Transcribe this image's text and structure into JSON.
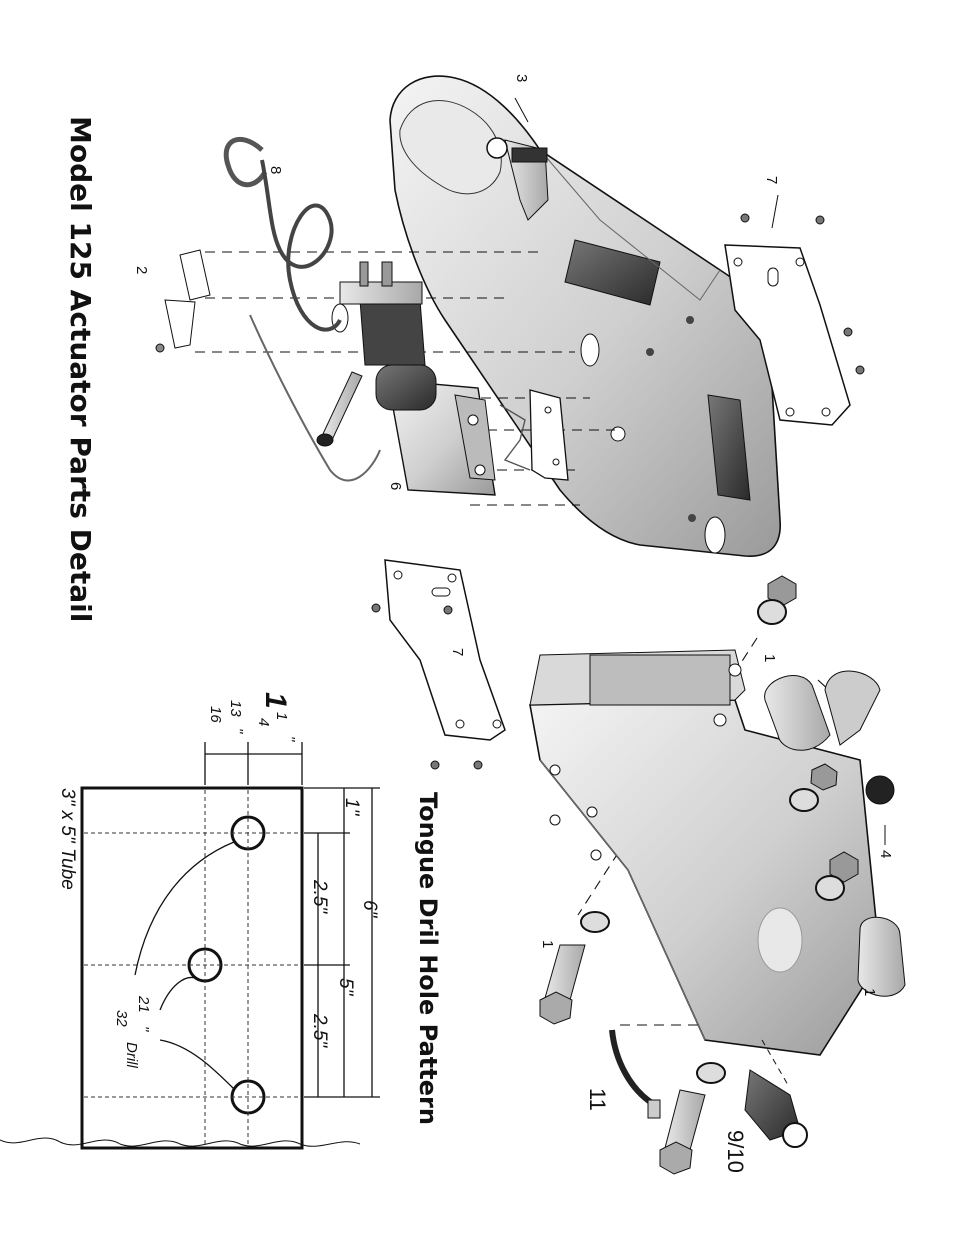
{
  "titles": {
    "main": "Model 125 Actuator Parts Detail",
    "tongue": "Tongue Dril Hole Pattern"
  },
  "callouts": {
    "c3": "3",
    "c7_top": "7",
    "c8": "8",
    "c2": "2",
    "c6": "6",
    "c7_mid": "7",
    "c1_a": "1",
    "c1_b": "1",
    "c1_c": "1",
    "c4": "4",
    "c11": "11",
    "c910": "9/10"
  },
  "drill_pattern": {
    "tube_label": "3\" x 5\" Tube",
    "dim_1": "1\"",
    "dim_6": "6\"",
    "dim_5": "5\"",
    "dim_25a": "2.5\"",
    "dim_25b": "2.5\"",
    "big_whole": "1",
    "big_num": "1",
    "big_den": "4",
    "big_inch": "\"",
    "frac_num": "13",
    "frac_den": "16",
    "frac_inch": "\"",
    "drill_num": "21",
    "drill_den": "32",
    "drill_inch": "\"",
    "drill_word": "Drill"
  }
}
